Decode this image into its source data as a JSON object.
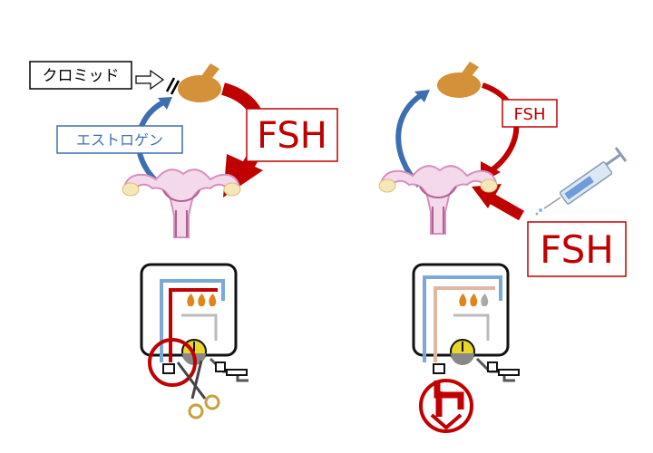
{
  "left_panel": {
    "clomid_label": "クロミッド",
    "estrogen_label": "エストロゲン",
    "fsh_label": "FSH"
  },
  "right_panel": {
    "fsh_small_label": "FSH",
    "fsh_large_label": "FSH"
  },
  "colors": {
    "red": "#c00000",
    "blue": "#3d6fb0",
    "pituitary": "#d4913a",
    "uterus": "#d88fc0",
    "heater_outline": "#111111"
  }
}
